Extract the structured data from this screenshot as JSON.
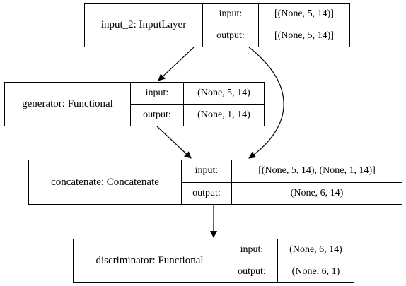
{
  "nodes": [
    {
      "name": "input_2: InputLayer",
      "input_label": "input:",
      "output_label": "output:",
      "input_value": "[(None, 5, 14)]",
      "output_value": "[(None, 5, 14)]"
    },
    {
      "name": "generator: Functional",
      "input_label": "input:",
      "output_label": "output:",
      "input_value": "(None, 5, 14)",
      "output_value": "(None, 1, 14)"
    },
    {
      "name": "concatenate: Concatenate",
      "input_label": "input:",
      "output_label": "output:",
      "input_value": "[(None, 5, 14), (None, 1, 14)]",
      "output_value": "(None, 6, 14)"
    },
    {
      "name": "discriminator: Functional",
      "input_label": "input:",
      "output_label": "output:",
      "input_value": "(None, 6, 14)",
      "output_value": "(None, 6, 1)"
    }
  ],
  "edges": [
    {
      "from": "input_2: InputLayer",
      "to": "generator: Functional"
    },
    {
      "from": "input_2: InputLayer",
      "to": "concatenate: Concatenate"
    },
    {
      "from": "generator: Functional",
      "to": "concatenate: Concatenate"
    },
    {
      "from": "concatenate: Concatenate",
      "to": "discriminator: Functional"
    }
  ]
}
